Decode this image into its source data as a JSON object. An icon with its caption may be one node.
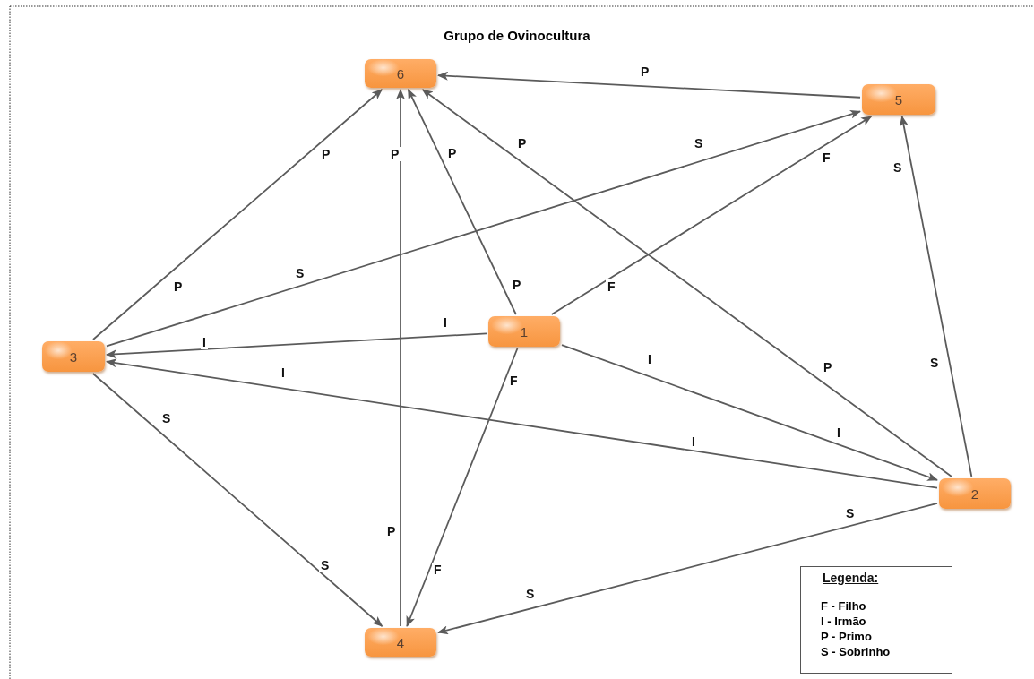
{
  "diagram": {
    "title": "Grupo de Ovinocultura",
    "nodes": [
      {
        "text": [
          "6"
        ]
      },
      {
        "text": [
          "5"
        ]
      },
      {
        "text": [
          "3"
        ]
      },
      {
        "text": [
          "1"
        ]
      },
      {
        "text": [
          "2"
        ]
      },
      {
        "text": [
          "4"
        ]
      }
    ],
    "edges": [
      {
        "from": 1,
        "to": 0,
        "arrow": "to",
        "label": "P"
      },
      {
        "from": 2,
        "to": 0,
        "arrow": "to",
        "label": "P"
      },
      {
        "from": 5,
        "to": 0,
        "arrow": "to",
        "label": "P"
      },
      {
        "from": 3,
        "to": 0,
        "arrow": "to",
        "label": "P"
      },
      {
        "from": 4,
        "to": 0,
        "arrow": "to",
        "label": "P"
      },
      {
        "from": 2,
        "to": 1,
        "arrow": "to",
        "label": "S"
      },
      {
        "from": 3,
        "to": 1,
        "arrow": "to",
        "label": "F"
      },
      {
        "from": 4,
        "to": 1,
        "arrow": "to",
        "label": "S"
      },
      {
        "from": 3,
        "to": 2,
        "arrow": "to",
        "label": "I"
      },
      {
        "from": 4,
        "to": 2,
        "arrow": "to",
        "label": "I"
      },
      {
        "from": 3,
        "to": 4,
        "arrow": "to",
        "label": "I"
      },
      {
        "from": 2,
        "to": 5,
        "arrow": "to",
        "label": "S"
      },
      {
        "from": 3,
        "to": 5,
        "arrow": "to",
        "label": "F"
      },
      {
        "from": 4,
        "to": 5,
        "arrow": "to",
        "label": "S"
      }
    ],
    "labels": [
      "P",
      "P",
      "P",
      "P",
      "S",
      "F",
      "S",
      "I",
      "I",
      "I",
      "S",
      "F",
      "S",
      "Legenda:"
    ],
    "legend": [
      {
        "text": "F - Filho"
      },
      {
        "text": "I - Irmão"
      },
      {
        "text": "P - Primo"
      },
      {
        "text": "S - Sobrinho"
      }
    ]
  }
}
